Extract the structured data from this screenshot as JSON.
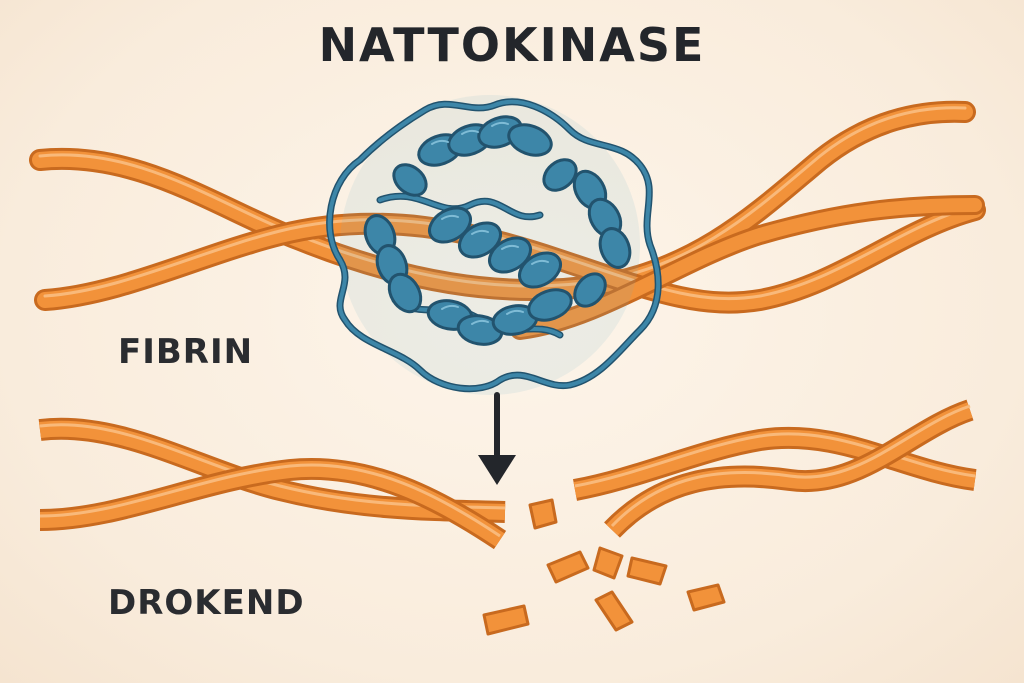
{
  "title": "NATTOKINASE",
  "labels": {
    "top_strands": "FIBRIN",
    "bottom_strands": "DROKEND"
  },
  "colors": {
    "background": "#fbf0e3",
    "fibrin_fill": "#f2923a",
    "fibrin_outline": "#c86a1f",
    "enzyme_fill": "#3e86a8",
    "enzyme_dark": "#23536e",
    "arrow": "#23262b",
    "text": "#23262b"
  },
  "icons": {
    "enzyme": "protein-ribbon-icon",
    "arrow": "arrow-down-icon",
    "fragments": "fibrin-fragment-icon"
  }
}
